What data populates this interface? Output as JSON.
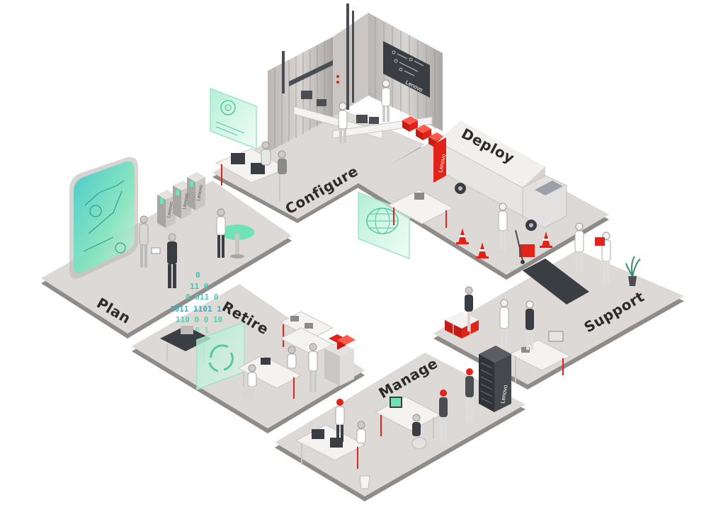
{
  "zones": [
    {
      "id": "plan",
      "label": "Plan"
    },
    {
      "id": "configure",
      "label": "Configure"
    },
    {
      "id": "deploy",
      "label": "Deploy"
    },
    {
      "id": "support",
      "label": "Support"
    },
    {
      "id": "manage",
      "label": "Manage"
    },
    {
      "id": "retire",
      "label": "Retire"
    }
  ],
  "brand": "Lenovo",
  "binary_lines": [
    "0",
    "11 0",
    "0 011 0",
    "1011 1101 1",
    "110 0 0 10",
    "1 0 1"
  ],
  "colors": {
    "floor_top": "#dcd9d6",
    "floor_side": "#8e8b88",
    "accent_red": "#e2231a",
    "hologram_green": "#6fe3b6",
    "hologram_teal": "#3cc7c9",
    "dark_panel": "#3a3d42",
    "label_text": "#2b2b2b"
  }
}
